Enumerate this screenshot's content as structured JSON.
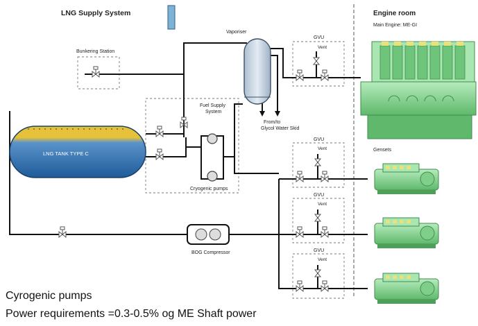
{
  "title": "LNG Supply System",
  "labels": {
    "bunkering_station": "Bunkering Station",
    "vaporiser": "Vaporiser",
    "fuel_supply_line1": "Fuel Supply",
    "fuel_supply_line2": "System",
    "cryogenic_pumps": "Cryogenic pumps",
    "lng_tank": "LNG TANK TYPE C",
    "from_to_line1": "From/to",
    "from_to_line2": "Glycol Water Skid",
    "bog_compressor": "BOG Compressor",
    "gvu": "GVU",
    "vent": "Vent",
    "engine_room": "Engine room",
    "main_engine": "Main Engine: ME-GI",
    "gensets": "Gensets"
  },
  "caption": {
    "line1": "Cyrogenic pumps",
    "line2": "Power requirements =0.3-0.5% og ME Shaft power"
  },
  "colors": {
    "tank_blue": "#2f6fb0",
    "lng_gold": "#e6c23a",
    "engine_green": "#8fd89a",
    "marker_blue": "#7fb3d5",
    "vaporiser_fill": "#c9d7e6"
  }
}
